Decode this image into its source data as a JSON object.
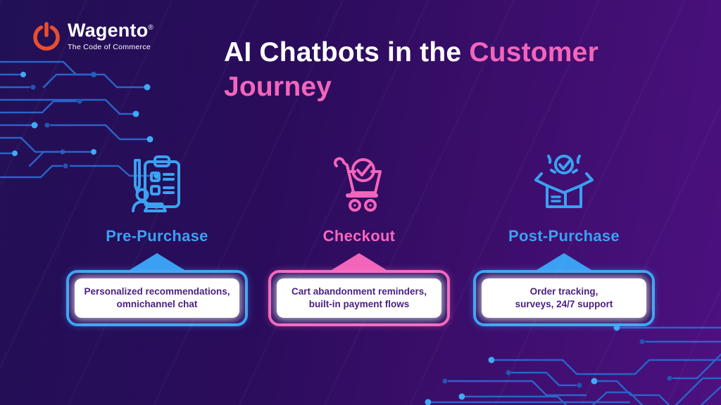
{
  "brand": {
    "name": "Wagento",
    "registered": "®",
    "tagline": "The Code of Commerce"
  },
  "title": {
    "white": "AI Chatbots in the",
    "pink_word": "Customer",
    "pink_line2": "Journey"
  },
  "stages": [
    {
      "label": "Pre-Purchase",
      "icon": "clipboard-checklist-person-icon",
      "accent": "#3aa1f2",
      "desc_line1": "Personalized recommendations,",
      "desc_line2": "omnichannel chat"
    },
    {
      "label": "Checkout",
      "icon": "cart-check-icon",
      "accent": "#f365bb",
      "desc_line1": "Cart abandonment reminders,",
      "desc_line2": "built-in payment flows"
    },
    {
      "label": "Post-Purchase",
      "icon": "open-box-check-icon",
      "accent": "#3aa1f2",
      "desc_line1": "Order tracking,",
      "desc_line2": "surveys, 24/7 support"
    }
  ],
  "colors": {
    "background_left": "#221055",
    "background_right": "#4c1180",
    "blue_accent": "#3aa1f2",
    "pink_accent": "#f365bb",
    "description_text": "#4b2183",
    "circuit_line": "#2a63c8",
    "circuit_dot_bright": "#3fa9f5",
    "circuit_dot_dark": "#2256b4",
    "logo_orange": "#e94e2e",
    "bubble_fill": "#2b1062",
    "title_white": "#ffffff"
  }
}
